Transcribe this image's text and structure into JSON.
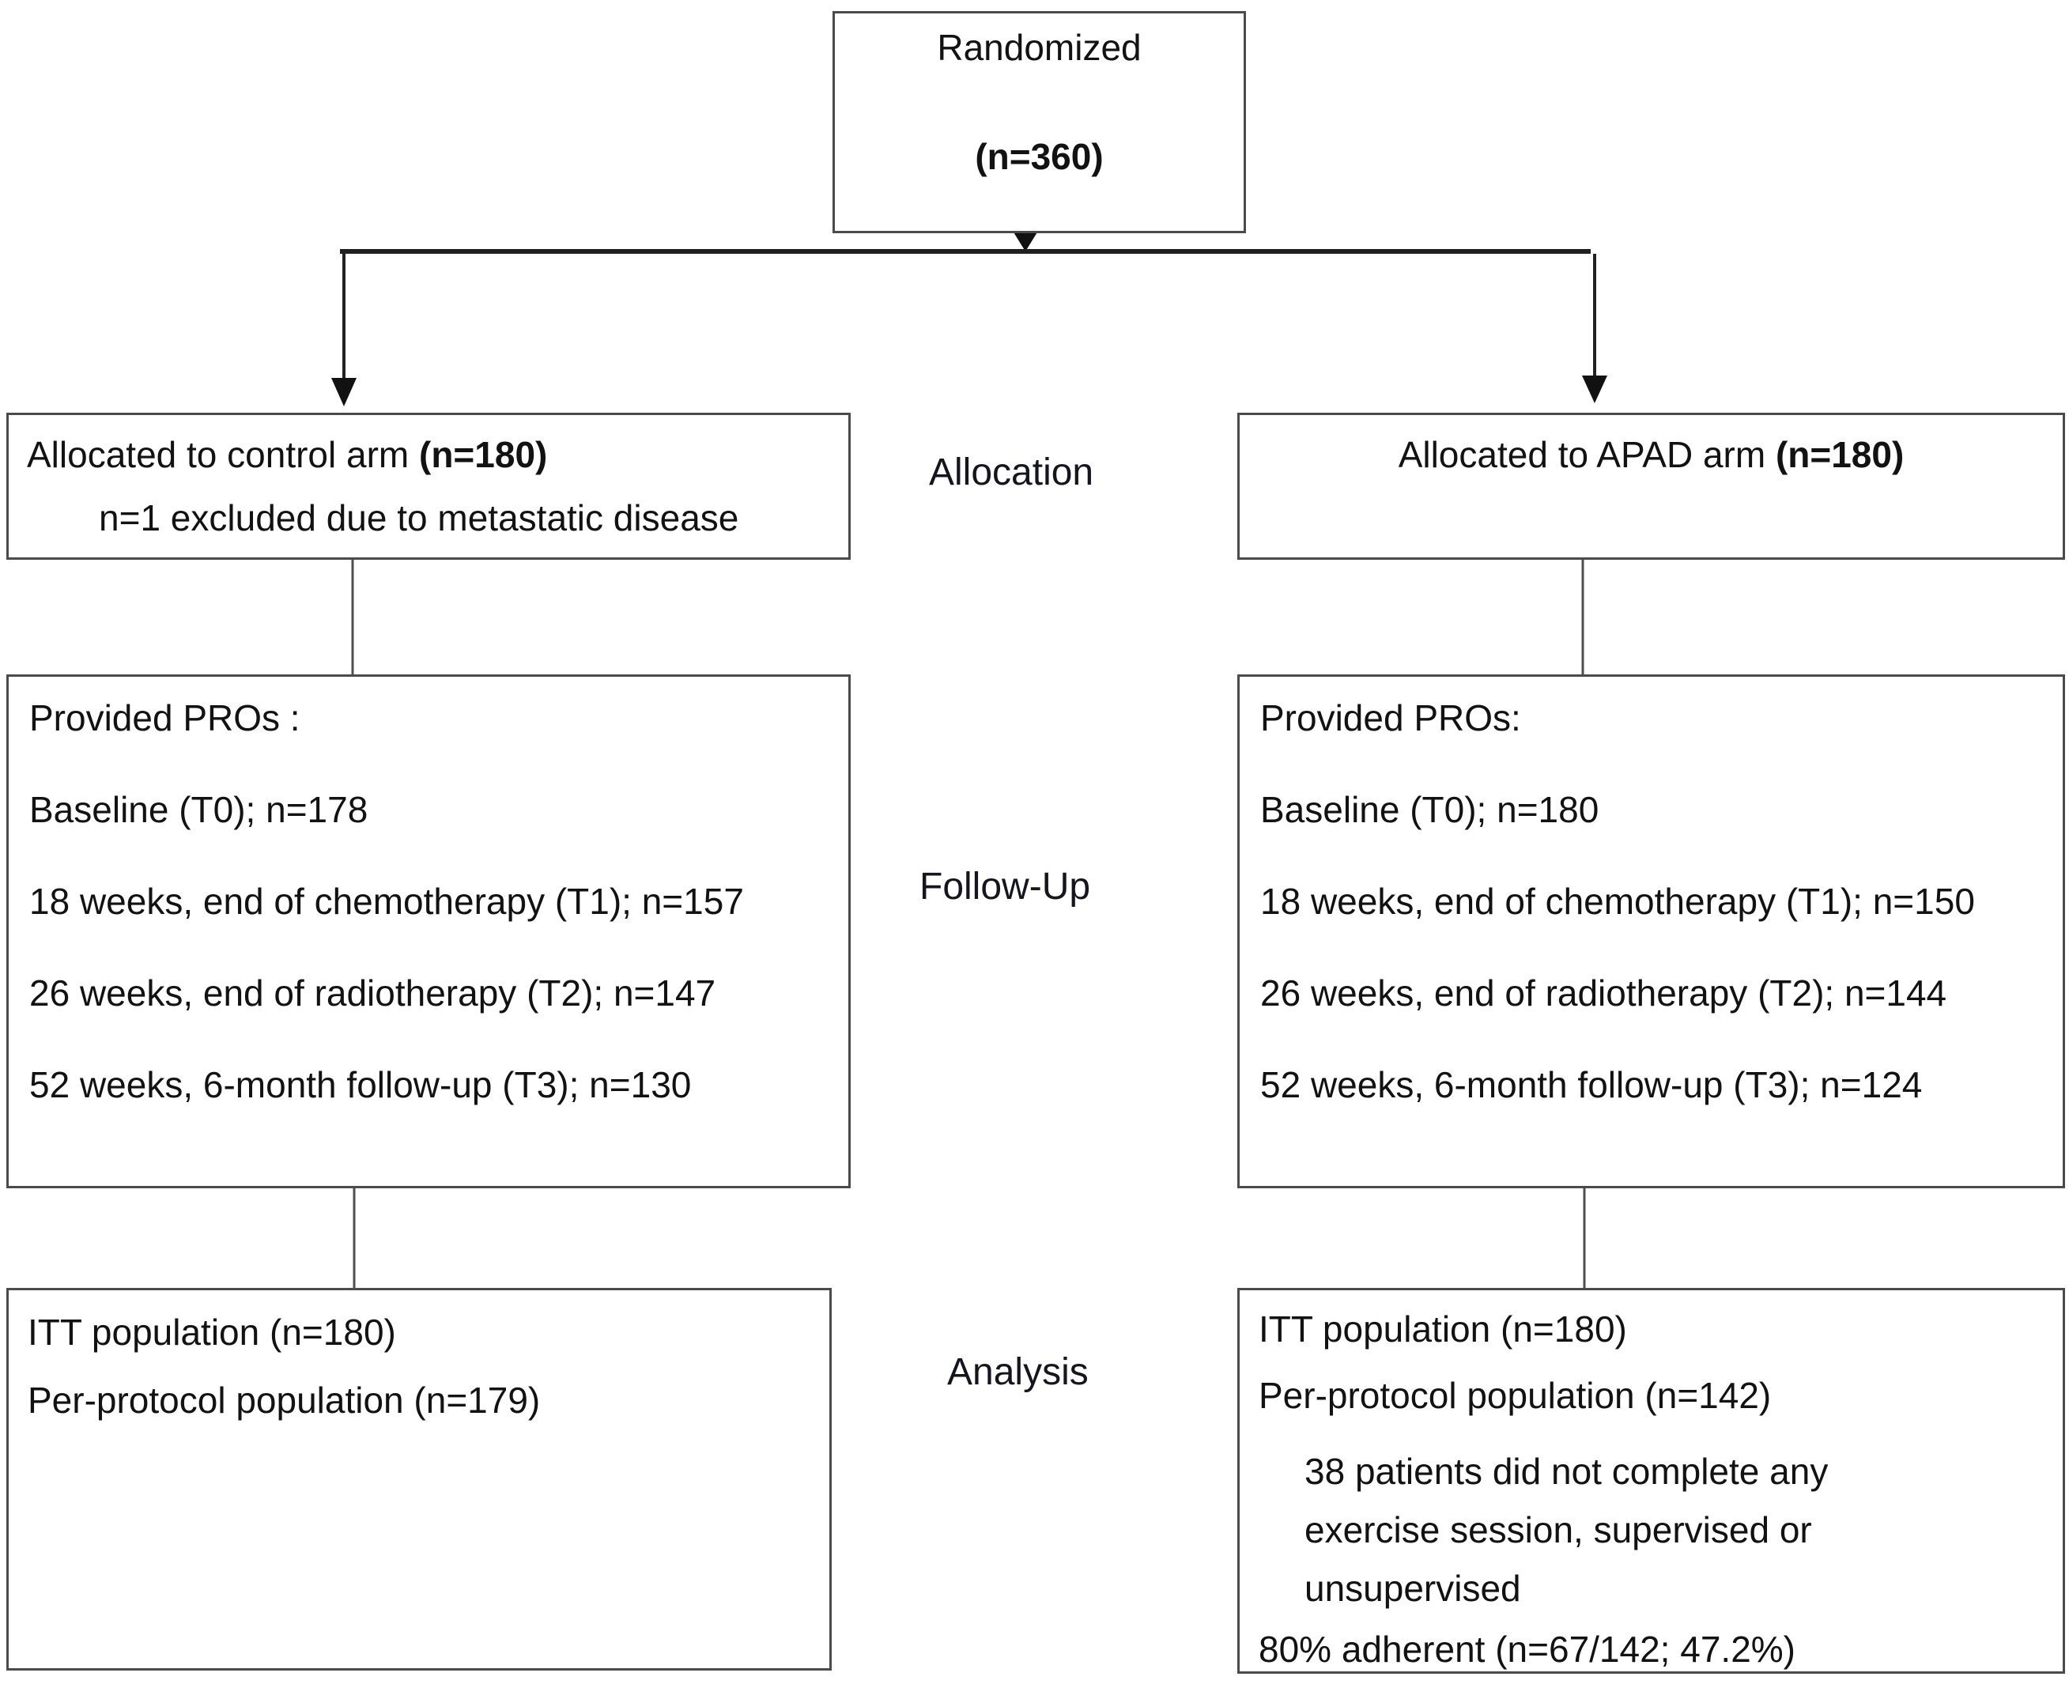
{
  "diagram": {
    "randomized": {
      "title": "Randomized",
      "n": "(n=360)"
    },
    "stage_labels": {
      "allocation": "Allocation",
      "follow_up": "Follow-Up",
      "analysis": "Analysis"
    },
    "allocation_left": {
      "line1_regular": "Allocated to control arm ",
      "line1_bold": "(n=180)",
      "line2": "n=1 excluded due to metastatic disease"
    },
    "allocation_right": {
      "line1_regular": "Allocated to APAD arm ",
      "line1_bold": "(n=180)"
    },
    "followup_left": {
      "lines": [
        "Provided PROs :",
        "Baseline (T0); n=178",
        "18 weeks, end of chemotherapy (T1); n=157",
        "26 weeks, end of radiotherapy (T2); n=147",
        "52 weeks, 6-month follow-up (T3); n=130"
      ]
    },
    "followup_right": {
      "lines": [
        "Provided PROs:",
        "Baseline (T0); n=180",
        "18 weeks, end of chemotherapy (T1); n=150",
        "26 weeks, end of radiotherapy (T2); n=144",
        "52 weeks, 6-month follow-up (T3); n=124"
      ]
    },
    "analysis_left": {
      "lines": [
        "ITT population (n=180)",
        "Per-protocol population (n=179)"
      ]
    },
    "analysis_right": {
      "itt": "ITT population (n=180)",
      "per_protocol": "Per-protocol population (n=142)",
      "note_lines": [
        "38 patients did not complete any",
        "exercise session, supervised or",
        "unsupervised"
      ],
      "adherent": "80% adherent (n=67/142; 47.2%)"
    }
  },
  "colors": {
    "background": "#ffffff",
    "box_border": "#4b4b4b",
    "connector_line": "#4f4f4f",
    "arrow_line": "#1d1d1d",
    "text": "#121212"
  }
}
